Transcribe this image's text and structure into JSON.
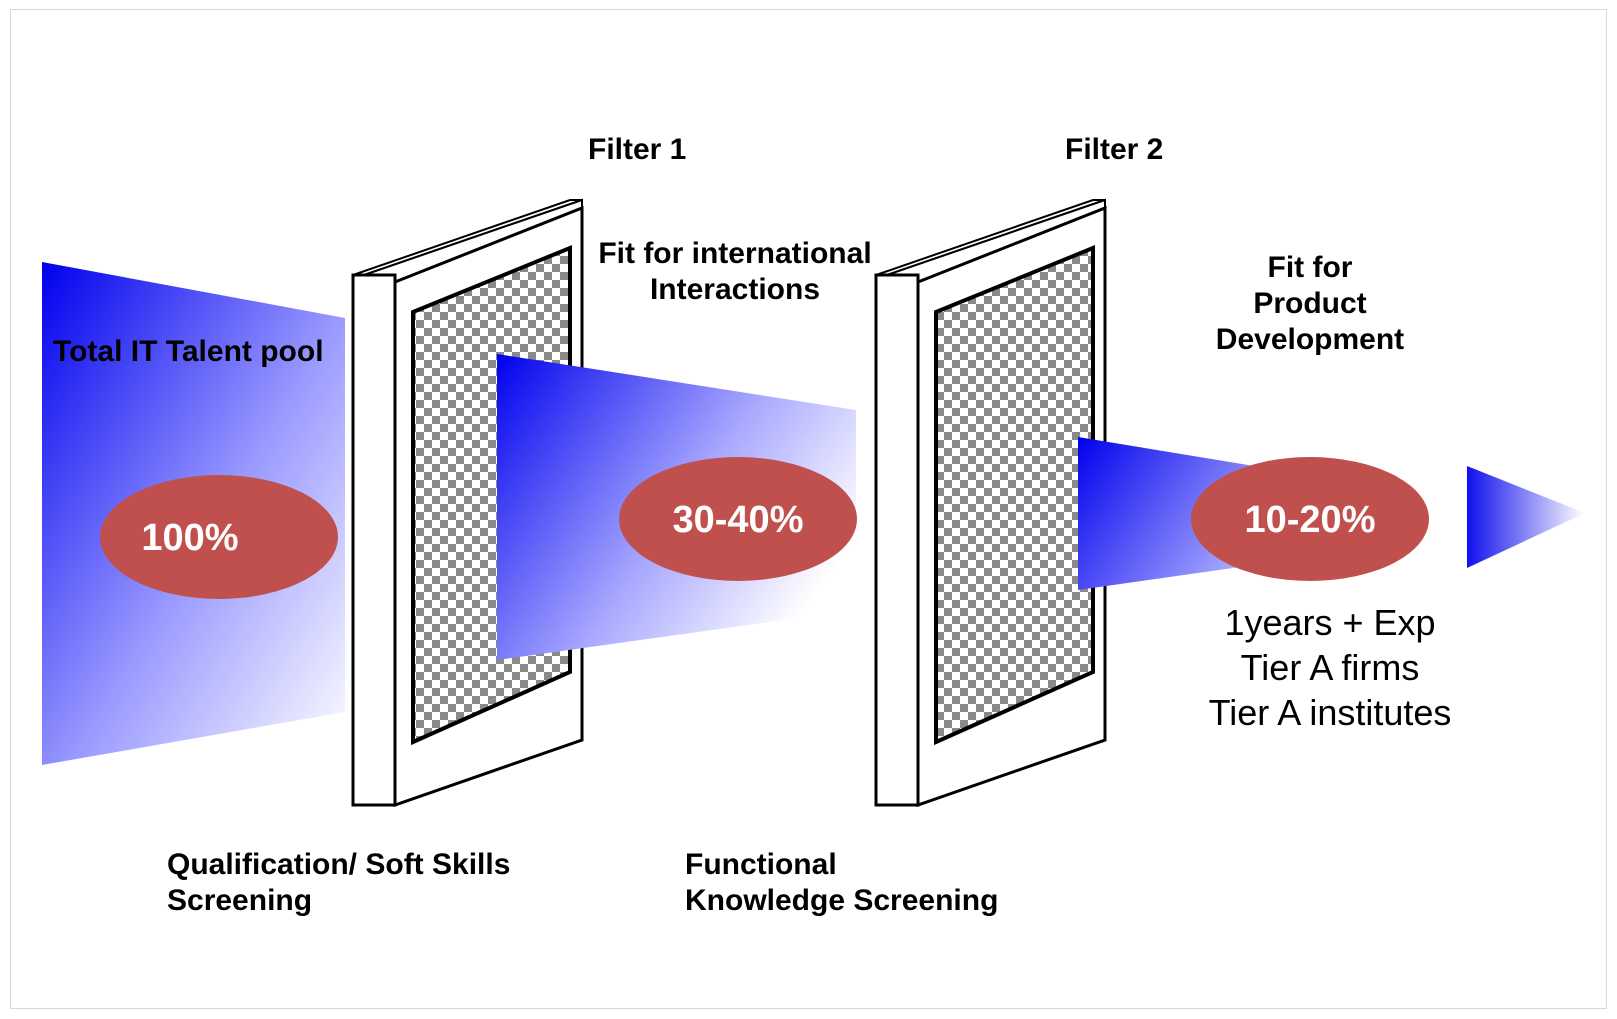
{
  "filters": [
    {
      "title": "Filter 1",
      "fit": "Fit for international Interactions",
      "fit_lines": [
        "Fit for international",
        "Interactions"
      ],
      "screening_lines": [
        "Qualification/ Soft Skills",
        "Screening"
      ]
    },
    {
      "title": "Filter 2",
      "fit_lines": [
        "Fit for",
        "Product",
        "Development"
      ],
      "screening_lines": [
        "Functional",
        "Knowledge Screening"
      ]
    }
  ],
  "pool_label": "Total IT Talent pool",
  "stages": [
    {
      "percent": "100%"
    },
    {
      "percent": "30-40%"
    },
    {
      "percent": "10-20%"
    }
  ],
  "criteria": [
    "1years + Exp",
    "Tier A firms",
    "Tier A institutes"
  ],
  "colors": {
    "beam": "#1a1aff",
    "ellipse": "#c0504d",
    "frame": "#000000"
  }
}
